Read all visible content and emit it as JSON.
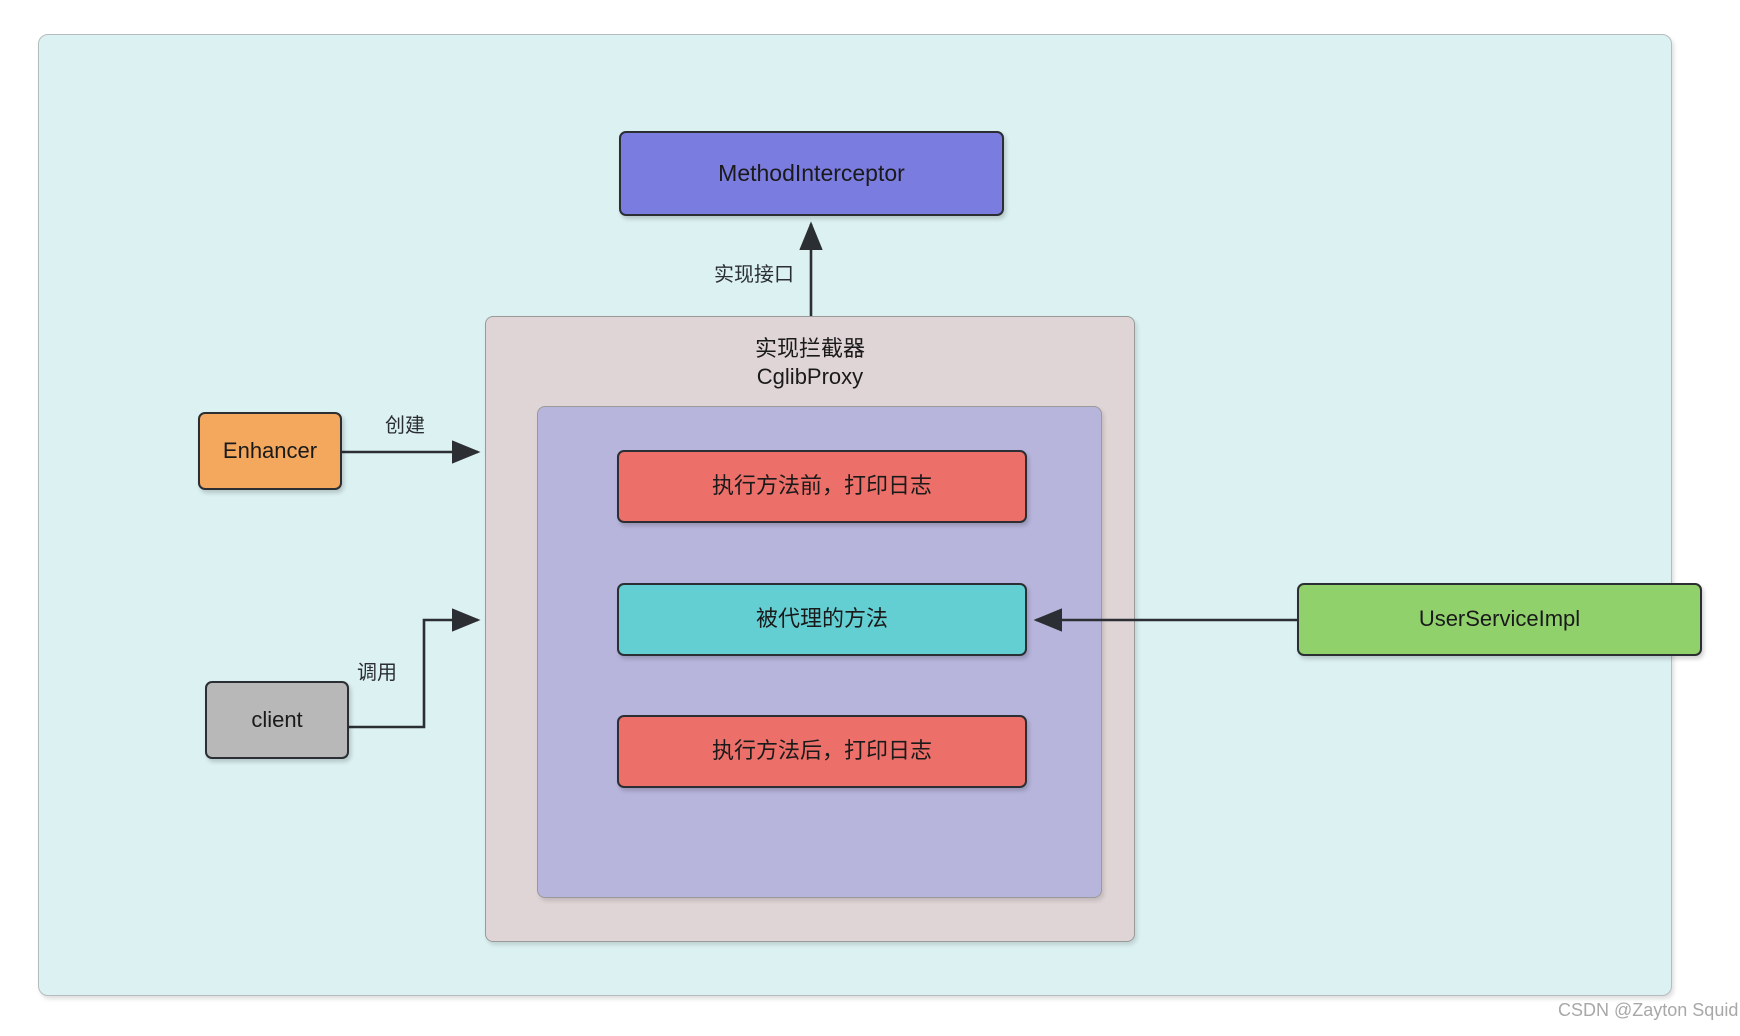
{
  "diagram": {
    "title_watermark": "CSDN @Zayton Squid",
    "background_color": "#ffffff",
    "frame_color": "#dcf1f2"
  },
  "nodes": {
    "method_interceptor": {
      "label": "MethodInterceptor",
      "color": "#7b7ce0"
    },
    "cglib_proxy_container": {
      "label": "实现拦截器\nCglibProxy",
      "line1": "实现拦截器",
      "line2": "CglibProxy",
      "color": "#e0d5d6"
    },
    "interceptor_body": {
      "label": "",
      "color": "#b8b5dd"
    },
    "before_log": {
      "label": "执行方法前，打印日志",
      "color": "#ec7069"
    },
    "proxied_method": {
      "label": "被代理的方法",
      "color": "#64cfd3"
    },
    "after_log": {
      "label": "执行方法后，打印日志",
      "color": "#ec7069"
    },
    "enhancer": {
      "label": "Enhancer",
      "color": "#f4a85e"
    },
    "client": {
      "label": "client",
      "color": "#b8b8b8"
    },
    "user_service_impl": {
      "label": "UserServiceImpl",
      "color": "#91d16c"
    }
  },
  "edges": {
    "implements_interface": {
      "label": "实现接口",
      "from": "cglib_proxy_container",
      "to": "method_interceptor"
    },
    "create": {
      "label": "创建",
      "from": "enhancer",
      "to": "cglib_proxy_container"
    },
    "invoke": {
      "label": "调用",
      "from": "client",
      "to": "cglib_proxy_container"
    },
    "target": {
      "label": "",
      "from": "user_service_impl",
      "to": "proxied_method"
    }
  }
}
